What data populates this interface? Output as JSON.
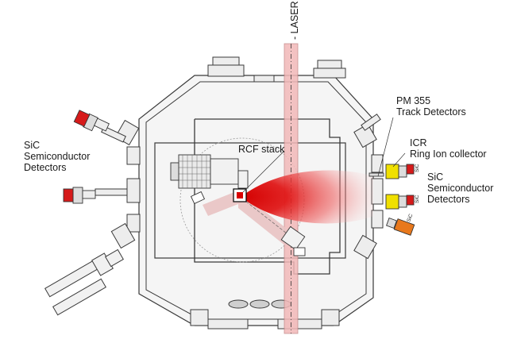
{
  "labels": {
    "laser": "- LASER",
    "left_sic_line1": "SiC",
    "left_sic_line2": "Semiconductor",
    "left_sic_line3": "Detectors",
    "rcf_stack": "RCF stack",
    "pm355_line1": "PM 355",
    "pm355_line2": "Track Detectors",
    "icr_line1": "ICR",
    "icr_line2": "Ring Ion collector",
    "right_sic_line1": "SiC",
    "right_sic_line2": "Semiconductor",
    "right_sic_line3": "Detectors",
    "detector_tag": "SiC"
  },
  "colors": {
    "line": "#3a3a3a",
    "chamber_fill": "#f4f4f4",
    "laser_beam": "#f2b8b8",
    "plasma_core": "#d80000",
    "detector_red": "#d61a1a",
    "detector_yellow": "#f0e000",
    "detector_orange": "#e8781c",
    "proton_beam": "#e9c3c3"
  }
}
